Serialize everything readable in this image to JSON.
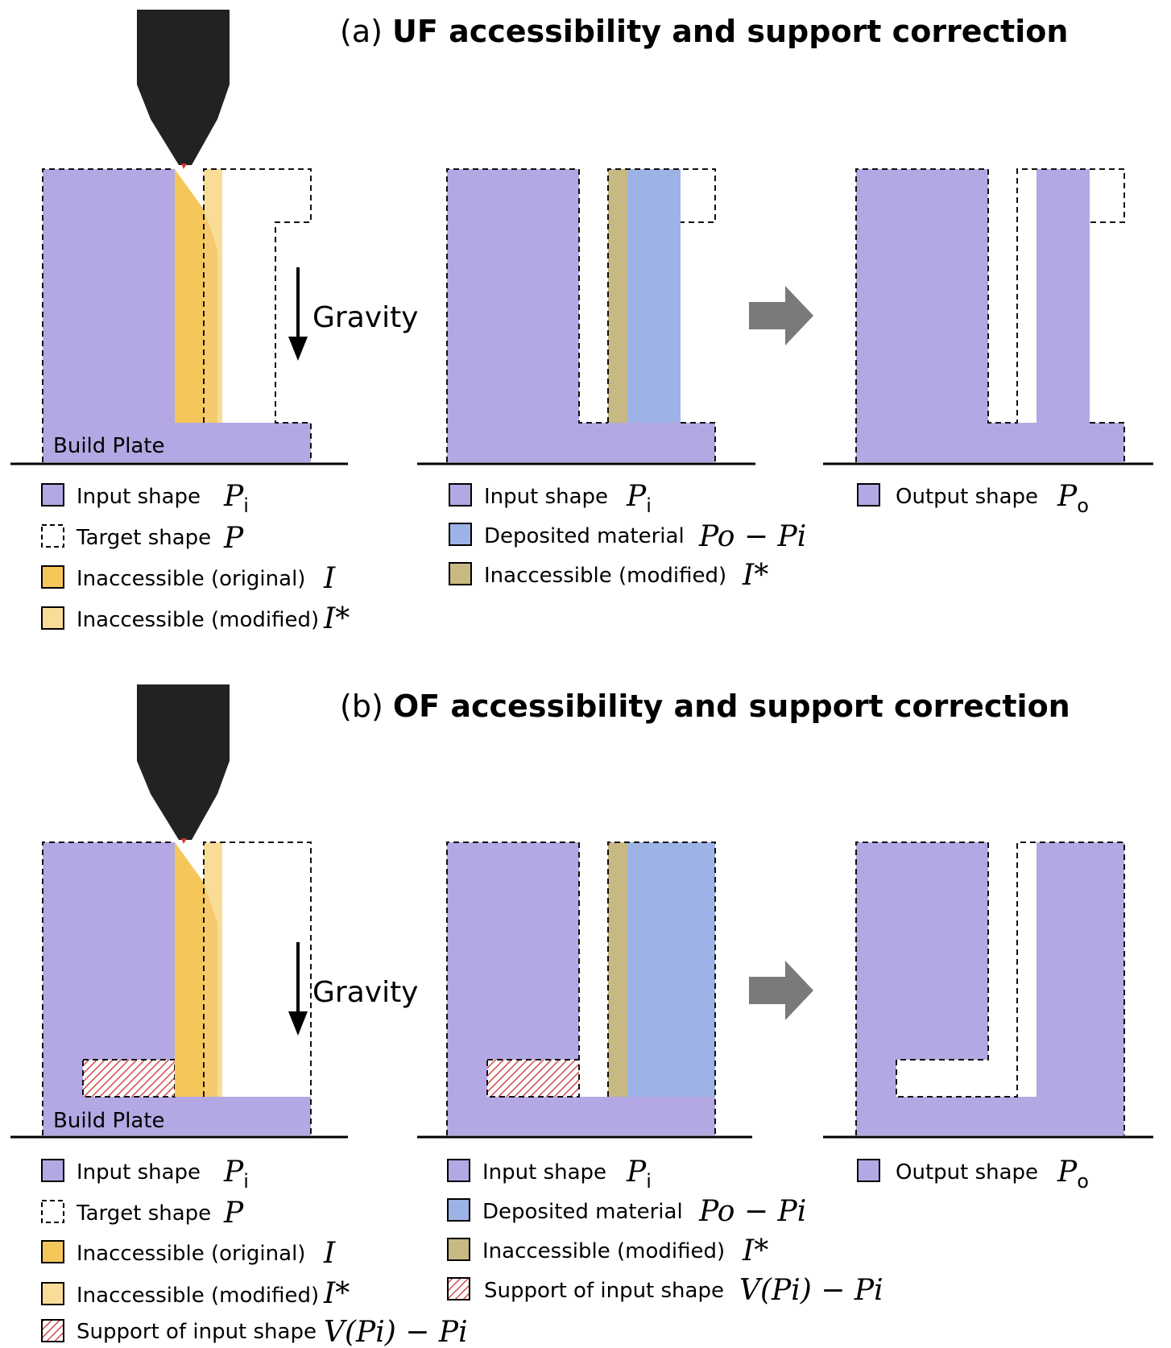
{
  "colors": {
    "input": "#b3a8e3",
    "deposited": "#9db3e6",
    "inaccessible_original": "#f5c75a",
    "inaccessible_modified": "#f8dc98",
    "inaccessible_modified_mid": "#c8b882",
    "support_hatch": "#d24a4a",
    "nozzle": "#222222",
    "arrow": "#7a7a7a"
  },
  "panel_a": {
    "prefix": "(a)",
    "title": "UF accessibility and support correction",
    "gravity": "Gravity",
    "build_plate": "Build Plate",
    "legend_left": [
      {
        "label": "Input shape",
        "math": "P",
        "sub": "i",
        "swatch": "input"
      },
      {
        "label": "Target shape",
        "math": "P",
        "sub": "",
        "swatch": "dashed"
      },
      {
        "label": "Inaccessible (original)",
        "math": "I",
        "sub": "",
        "swatch": "inaccessible_original"
      },
      {
        "label": "Inaccessible (modified)",
        "math": "I*",
        "sub": "",
        "swatch": "inaccessible_modified"
      }
    ],
    "legend_mid": [
      {
        "label": "Input shape",
        "math": "P",
        "sub": "i",
        "swatch": "input"
      },
      {
        "label": "Deposited material",
        "math": "Po − Pi",
        "swatch": "deposited"
      },
      {
        "label": "Inaccessible (modified)",
        "math": "I*",
        "swatch": "inaccessible_modified_mid"
      }
    ],
    "legend_right": [
      {
        "label": "Output shape",
        "math": "P",
        "sub": "o",
        "swatch": "input"
      }
    ]
  },
  "panel_b": {
    "prefix": "(b)",
    "title": "OF accessibility and support correction",
    "gravity": "Gravity",
    "build_plate": "Build Plate",
    "legend_left": [
      {
        "label": "Input shape",
        "math": "P",
        "sub": "i",
        "swatch": "input"
      },
      {
        "label": "Target shape",
        "math": "P",
        "sub": "",
        "swatch": "dashed"
      },
      {
        "label": "Inaccessible (original)",
        "math": "I",
        "sub": "",
        "swatch": "inaccessible_original"
      },
      {
        "label": "Inaccessible (modified)",
        "math": "I*",
        "sub": "",
        "swatch": "inaccessible_modified"
      },
      {
        "label": "Support of input shape",
        "math": "V(Pi) − Pi",
        "swatch": "support_hatch"
      }
    ],
    "legend_mid": [
      {
        "label": "Input shape",
        "math": "P",
        "sub": "i",
        "swatch": "input"
      },
      {
        "label": "Deposited material",
        "math": "Po − Pi",
        "swatch": "deposited"
      },
      {
        "label": "Inaccessible (modified)",
        "math": "I*",
        "swatch": "inaccessible_modified_mid"
      },
      {
        "label": "Support of input shape",
        "math": "V(Pi) − Pi",
        "swatch": "support_hatch"
      }
    ],
    "legend_right": [
      {
        "label": "Output shape",
        "math": "P",
        "sub": "o",
        "swatch": "input"
      }
    ]
  }
}
